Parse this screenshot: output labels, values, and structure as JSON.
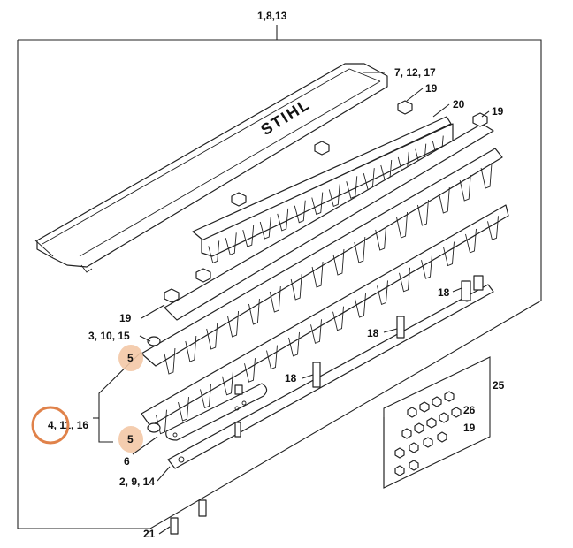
{
  "brand": "STIHL",
  "highlight": {
    "label": "4, 11, 16",
    "color": "#e0824a"
  },
  "labels": {
    "assembly": "1,8,13",
    "cover": "7, 12, 17",
    "nut_top_a": "19",
    "nut_top_b": "19",
    "nut_left": "19",
    "nut_kit": "19",
    "blade_upper": "20",
    "bolt_a": "18",
    "bolt_b": "18",
    "bolt_c": "18",
    "cutter_upper": "3, 10, 15",
    "washer_upper": "5",
    "cutter_lower": "4, 11, 16",
    "washer_lower": "5",
    "spacer": "6",
    "bar_lower": "2, 9, 14",
    "kit": "25",
    "kit_item": "26",
    "screw": "21"
  },
  "colors": {
    "line": "#222222",
    "highlight_blob": "#f3c8a6",
    "highlight_ring": "#e0824a"
  }
}
